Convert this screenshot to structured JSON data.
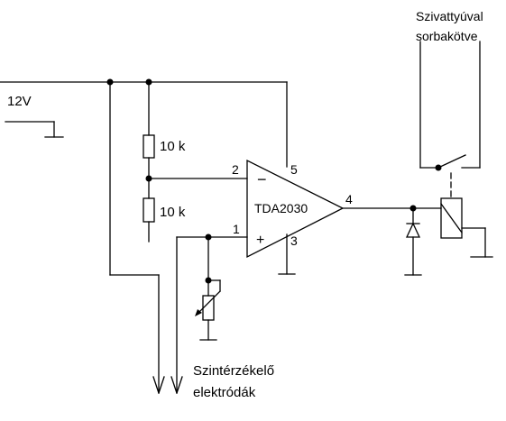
{
  "diagram": {
    "supply_label": "12V",
    "resistor_top_label": "10 k",
    "resistor_bottom_label": "10 k",
    "opamp_label": "TDA2030",
    "pin_2": "2",
    "pin_5": "5",
    "pin_1": "1",
    "pin_3": "3",
    "pin_4": "4",
    "minus_sign": "−",
    "plus_sign": "+",
    "pump_note_line1": "Szivattyúval",
    "pump_note_line2": "sorbakötve",
    "electrodes_line1": "Szintérzékelő",
    "electrodes_line2": "elektródák"
  }
}
